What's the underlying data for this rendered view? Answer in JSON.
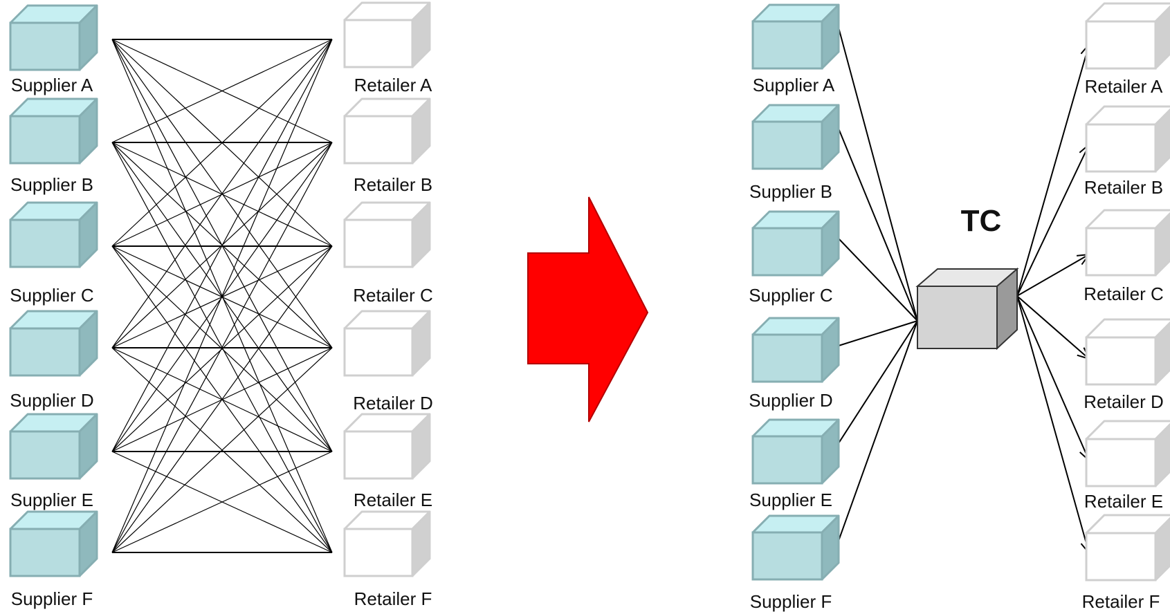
{
  "colors": {
    "supplier_box": "#b7dde0",
    "supplier_side": "#8fb9bd",
    "retailer_box": "#ffffff",
    "retailer_side": "#d0d0d0",
    "arrow": "#ff0000",
    "tc_box": "#d4d4d4",
    "lines": "#000000"
  },
  "left_panel": {
    "suppliers": [
      "Supplier A",
      "Supplier B",
      "Supplier C",
      "Supplier D",
      "Supplier E",
      "Supplier F"
    ],
    "retailers": [
      "Retailer A",
      "Retailer B",
      "Retailer C",
      "Retailer D",
      "Retailer E",
      "Retailer F"
    ]
  },
  "transition_arrow": {
    "icon": "right-arrow-icon"
  },
  "right_panel": {
    "hub_label": "TC",
    "suppliers": [
      "Supplier A",
      "Supplier B",
      "Supplier C",
      "Supplier D",
      "Supplier E",
      "Supplier F"
    ],
    "retailers": [
      "Retailer A",
      "Retailer B",
      "Retailer C",
      "Retailer D",
      "Retailer E",
      "Retailer F"
    ]
  }
}
